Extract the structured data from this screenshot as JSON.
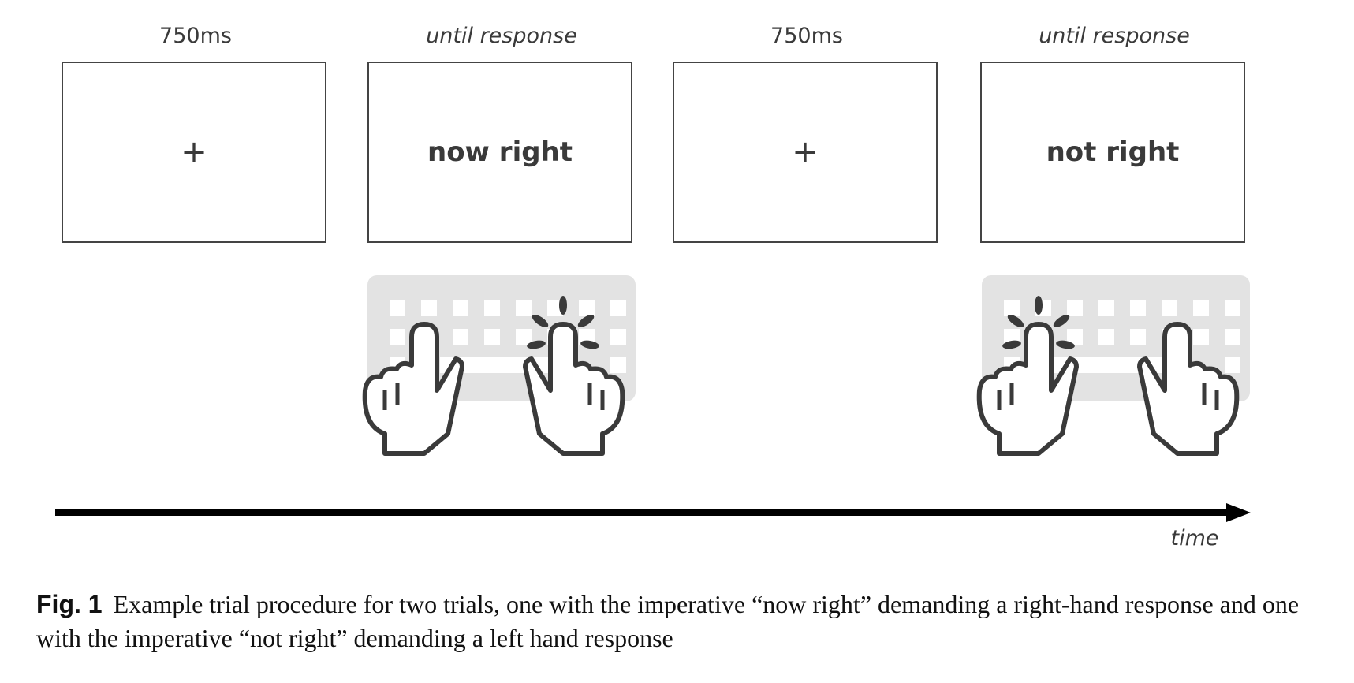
{
  "panels": [
    {
      "duration": "750ms",
      "content": "+"
    },
    {
      "duration": "until response",
      "content": "now right"
    },
    {
      "duration": "750ms",
      "content": "+"
    },
    {
      "duration": "until response",
      "content": "not right"
    }
  ],
  "timeline": {
    "label": "time"
  },
  "caption": {
    "label": "Fig. 1",
    "text": "Example trial procedure for two trials, one with the imperative “now right” demanding a right-hand response and one with the imperative “not right” demanding a left hand response"
  }
}
